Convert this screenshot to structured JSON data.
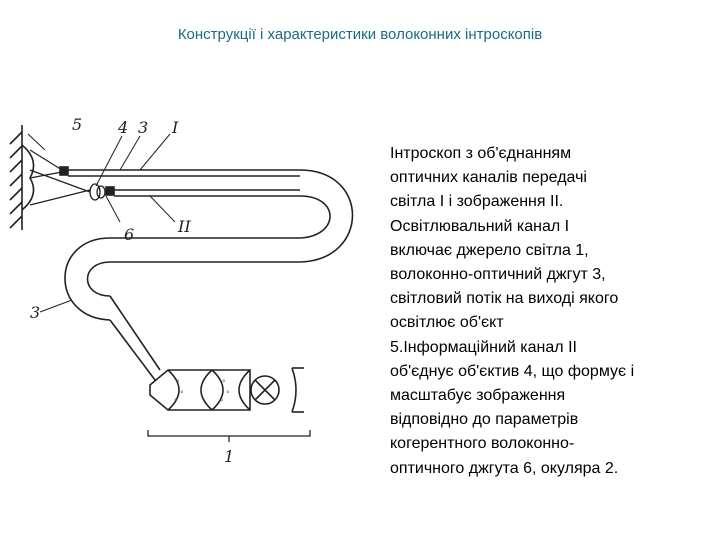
{
  "slide": {
    "title": "Конструкції і характеристики волоконних інтроскопів"
  },
  "diagram": {
    "labels": {
      "l5": "5",
      "l4": "4",
      "l3": "3",
      "lI": "I",
      "l6": "6",
      "lII": "II",
      "l3b": "3",
      "l1": "1"
    }
  },
  "text": {
    "lines": [
      "Інтроскоп з об'єднанням",
      "оптичних каналів передачі",
      "світла І і зображення ІІ.",
      "Освітлювальний канал І",
      "включає джерело світла 1,",
      "волоконно-оптичний джгут 3,",
      "світловий потік на виході якого",
      "освітлює об'єкт",
      "5.Інформаційний  канал ІІ",
      "об'єднує об'єктив 4, що формує і",
      "масштабує зображення",
      "відповідно до параметрів",
      "когерентного волоконно-",
      "оптичного джгута 6, окуляра 2."
    ]
  }
}
